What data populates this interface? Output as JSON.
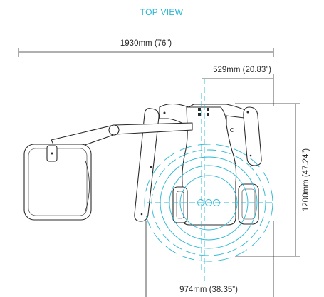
{
  "title": "TOP VIEW",
  "dimensions": {
    "overall_width": "1930mm (76”)",
    "offset_width": "529mm (20.83”)",
    "height": "1200mm (47.24”)",
    "base_width": "974mm (38.35”)"
  },
  "colors": {
    "accent": "#29b7d3",
    "line": "#2b2b2b",
    "fill": "#ffffff"
  }
}
